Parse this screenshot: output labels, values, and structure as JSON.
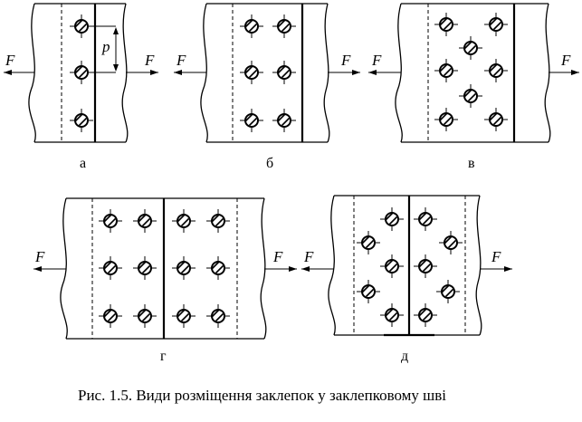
{
  "force_label": "F",
  "pitch_label": "p",
  "panels": [
    {
      "id": "a",
      "label": "а"
    },
    {
      "id": "b",
      "label": "б"
    },
    {
      "id": "v",
      "label": "в"
    },
    {
      "id": "g",
      "label": "г"
    },
    {
      "id": "d",
      "label": "д"
    }
  ],
  "caption": "Рис. 1.5. Види розміщення заклепок у заклепковому шві",
  "colors": {
    "line": "#000000",
    "background": "#ffffff"
  }
}
